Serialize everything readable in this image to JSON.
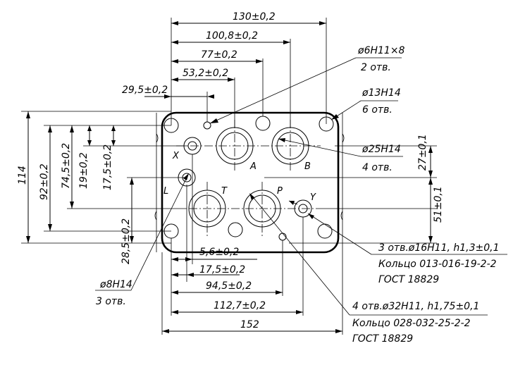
{
  "dimensions": {
    "overall_width_top": "130±0,2",
    "d_100_8": "100,8±0,2",
    "d_77": "77±0,2",
    "d_53_2": "53,2±0,2",
    "d_29_5": "29,5±0,2",
    "overall_height": "114",
    "d_92": "92±0,2",
    "d_74_5": "74,5±0,2",
    "d_19": "19±0,2",
    "d_17_5_left": "17,5±0,2",
    "d_28_5": "28,5±0,2",
    "d_27_1": "27±0,1",
    "d_51_1": "51±0,1",
    "d_5_6": "5,6±0,2",
    "d_17_5_bottom": "17,5±0,2",
    "d_94_5": "94,5±0,2",
    "d_112_7": "112,7±0,2",
    "overall_width_bottom": "152"
  },
  "callouts": {
    "pin_hole_size": "ø6H11×8",
    "pin_hole_qty": "2 отв.",
    "mount_hole_size": "ø13H14",
    "mount_hole_qty": "6 отв.",
    "port_size": "ø25H14",
    "port_qty": "4 отв.",
    "pilot_size": "ø8H14",
    "pilot_qty": "3 отв.",
    "small_ring_spec": "3 отв.ø16H11, h1,3±0,1",
    "small_ring_code": "Кольцо 013-016-19-2-2",
    "small_ring_std": "ГОСТ 18829",
    "big_ring_spec": "4 отв.ø32H11, h1,75±0,1",
    "big_ring_code": "Кольцо 028-032-25-2-2",
    "big_ring_std": "ГОСТ 18829"
  },
  "port_labels": {
    "x": "X",
    "a": "A",
    "b": "B",
    "l": "L",
    "t": "T",
    "p": "P",
    "y": "Y"
  }
}
